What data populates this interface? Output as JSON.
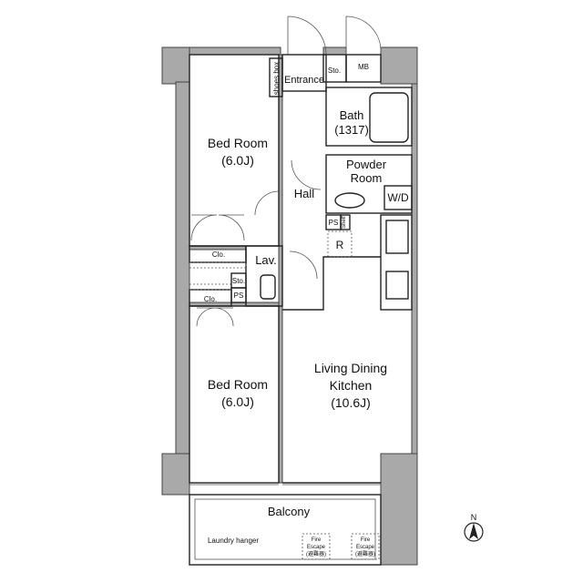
{
  "rooms": {
    "bed_room_1": {
      "name": "Bed Room",
      "size": "(6.0J)"
    },
    "bed_room_2": {
      "name": "Bed Room",
      "size": "(6.0J)"
    },
    "ldk": {
      "line1": "Living Dining",
      "line2": "Kitchen",
      "size": "(10.6J)"
    },
    "bath": {
      "name": "Bath",
      "size": "(1317)"
    },
    "powder": {
      "line1": "Powder",
      "line2": "Room"
    },
    "hall": "Hall",
    "entrance": "Entrance",
    "lav": "Lav.",
    "balcony": "Balcony"
  },
  "small_labels": {
    "shoes_box": "shoes box",
    "sto_entrance": "Sto.",
    "mb": "MB",
    "wd": "W/D",
    "ps_1": "PS",
    "shelf": "Shelf",
    "r": "R",
    "clo_1": "Clo.",
    "clo_2": "Clo.",
    "sto_lav": "Sto.",
    "ps_2": "PS",
    "laundry_hanger": "Laundry hanger",
    "fire_escape_1_en": "Fire",
    "fire_escape_1_en2": "Escape",
    "fire_escape_1_jp": "(避難器)",
    "fire_escape_2_en": "Fire",
    "fire_escape_2_en2": "Escape",
    "fire_escape_2_jp": "(避難器)"
  },
  "compass": {
    "label": "N"
  }
}
